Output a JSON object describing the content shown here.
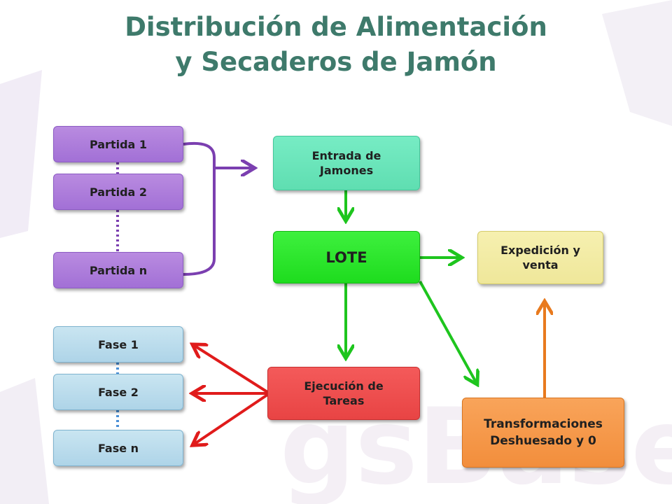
{
  "title": {
    "line1": "Distribución de Alimentación",
    "line2": "y Secaderos de Jamón"
  },
  "partidas": [
    "Partida 1",
    "Partida 2",
    "Partida n"
  ],
  "fases": [
    "Fase 1",
    "Fase 2",
    "Fase n"
  ],
  "entrada": {
    "line1": "Entrada de",
    "line2": "Jamones"
  },
  "lote": "LOTE",
  "expedicion": {
    "line1": "Expedición y",
    "line2": "venta"
  },
  "ejecucion": {
    "line1": "Ejecución de",
    "line2": "Tareas"
  },
  "transformaciones": {
    "line1": "Transformaciones",
    "line2": "Deshuesado y 0"
  },
  "colors": {
    "title": "#3e7a6b",
    "purple_arrow": "#7b3fb0",
    "green_arrow": "#1ec51e",
    "red_arrow": "#e01b1b",
    "orange_arrow": "#e87a1e",
    "blue_dots": "#4a8fd6"
  }
}
